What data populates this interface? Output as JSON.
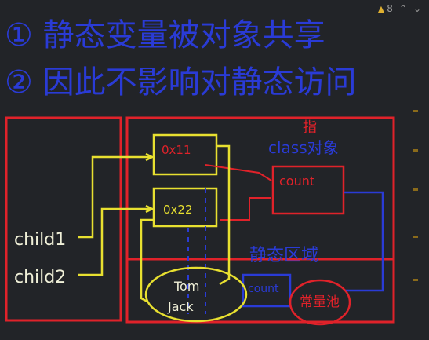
{
  "editor": {
    "warning_count": "8",
    "warning_icon": "warning-triangle-icon",
    "nav_up_icon": "chevron-up-icon",
    "nav_down_icon": "chevron-down-icon"
  },
  "notes": {
    "line1": "① 静态变量被对象共享",
    "line2": "② 因此不影响对静态访问"
  },
  "diagram": {
    "obj1": "0x11",
    "obj2": "0x22",
    "child1": "child1",
    "child2": "child2",
    "class_label": "class对象",
    "count_box": "count",
    "heap_pointer": "指",
    "static_area": "静态区域",
    "static_count": "count",
    "tom": "Tom",
    "jack": "Jack",
    "constant_pool": "常量池"
  },
  "colors": {
    "background": "#222428",
    "note_ink": "#2a3bd6",
    "red_ink": "#e0222a",
    "yellow_ink": "#e8e030",
    "blue_ink": "#2a3bd6"
  }
}
